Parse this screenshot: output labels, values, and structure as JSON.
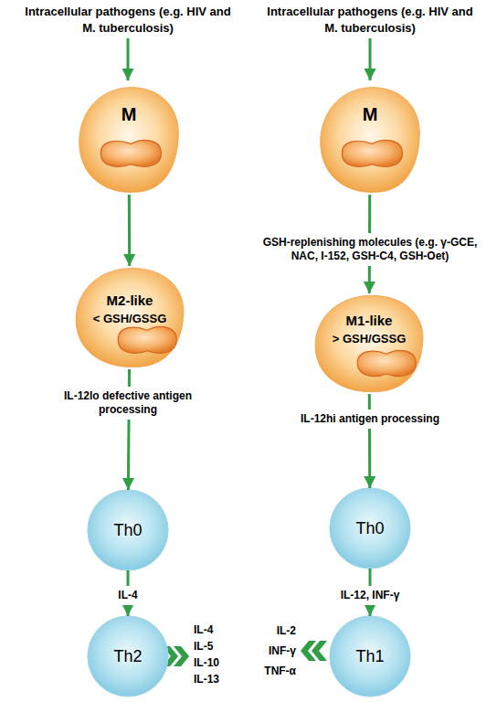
{
  "diagram": {
    "nodes": [
      {
        "text": [
          "M"
        ]
      },
      {
        "text": [
          "M2-like",
          "< GSH/GSSG"
        ]
      },
      {
        "text": [
          "Th0"
        ]
      },
      {
        "text": [
          "Th2"
        ]
      },
      {
        "text": [
          "M"
        ]
      },
      {
        "text": [
          "M1-like",
          "> GSH/GSSG"
        ]
      },
      {
        "text": [
          "Th0"
        ]
      },
      {
        "text": [
          "Th1"
        ]
      }
    ],
    "edges": [
      {
        "from": 0,
        "to": 1,
        "arrow": "to"
      },
      {
        "from": 1,
        "to": 2,
        "arrow": "to",
        "label": "IL-12lo defective antigen processing"
      },
      {
        "from": 2,
        "to": 3,
        "arrow": "to",
        "label": "IL-4"
      },
      {
        "from": 4,
        "to": 5,
        "arrow": "to",
        "label": "GSH-replenishing molecules (e.g. γ-GCE, NAC, I-152, GSH-C4, GSH-Oet)"
      },
      {
        "from": 5,
        "to": 6,
        "arrow": "to",
        "label": "IL-12hi antigen processing"
      },
      {
        "from": 6,
        "to": 7,
        "arrow": "to",
        "label": "IL-12, INF-γ"
      }
    ],
    "labels": [
      "Intracellular pathogens (e.g. HIV and M. tuberculosis)",
      "Intracellular pathogens (e.g. HIV and M. tuberculosis)",
      "IL-4",
      "IL-5",
      "IL-10",
      "IL-13",
      "IL-2",
      "INF-γ",
      "TNF-α"
    ]
  }
}
